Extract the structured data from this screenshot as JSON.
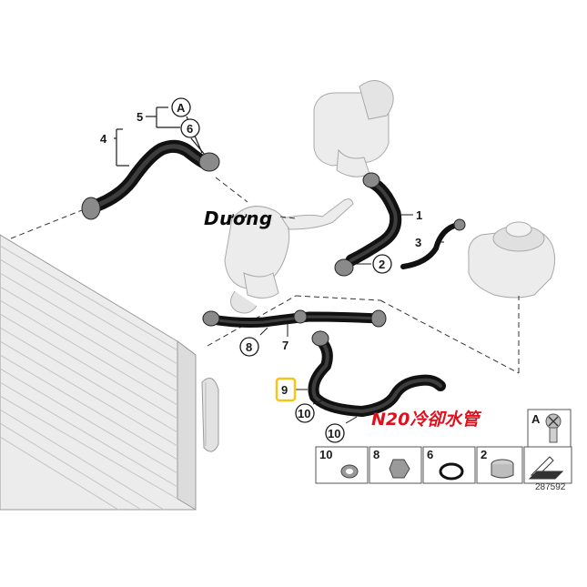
{
  "watermark": "Dương",
  "caption": "N20冷卻水管",
  "doc_number": "287592",
  "callouts": {
    "c1": "1",
    "c2": "2",
    "c3": "3",
    "c4": "4",
    "c5": "5",
    "cA": "A",
    "c6": "6",
    "c7": "7",
    "c8": "8",
    "c9": "9",
    "c10a": "10",
    "c10b": "10"
  },
  "legend": {
    "a_label": "A",
    "item10": "10",
    "item8": "8",
    "item6": "6",
    "item2": "2"
  },
  "colors": {
    "highlight": "#f5c518",
    "caption": "#e0101c"
  }
}
